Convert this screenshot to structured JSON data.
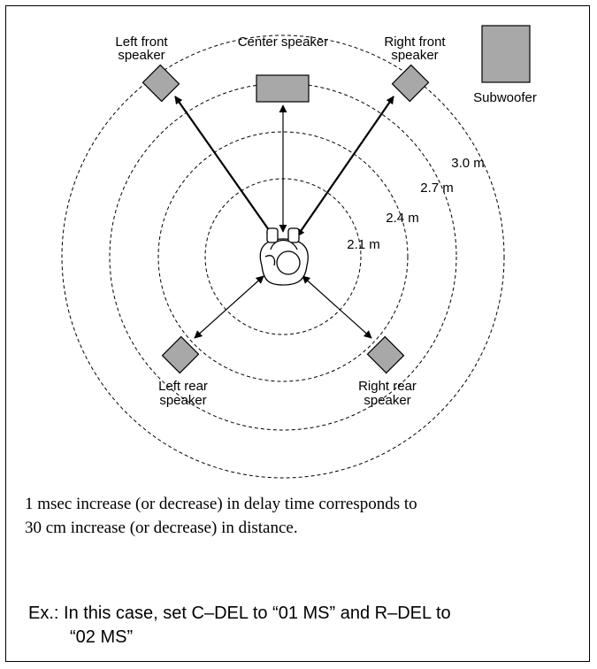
{
  "speakers": {
    "left_front": [
      "Left front",
      "speaker"
    ],
    "center": "Center speaker",
    "right_front": [
      "Right front",
      "speaker"
    ],
    "subwoofer": "Subwoofer",
    "left_rear": [
      "Left rear",
      "speaker"
    ],
    "right_rear": [
      "Right rear",
      "speaker"
    ]
  },
  "distances": [
    "3.0 m",
    "2.7 m",
    "2.4 m",
    "2.1 m"
  ],
  "caption": [
    "1 msec increase (or decrease) in delay time corresponds to",
    "30 cm increase (or decrease) in distance."
  ],
  "example": {
    "prefix": "Ex.: ",
    "line1": "In this case, set C–DEL to “01 MS” and R–DEL to",
    "line2": "“02 MS”"
  },
  "colors": {
    "speaker_fill": "#a8a8a8",
    "line": "#000000"
  }
}
